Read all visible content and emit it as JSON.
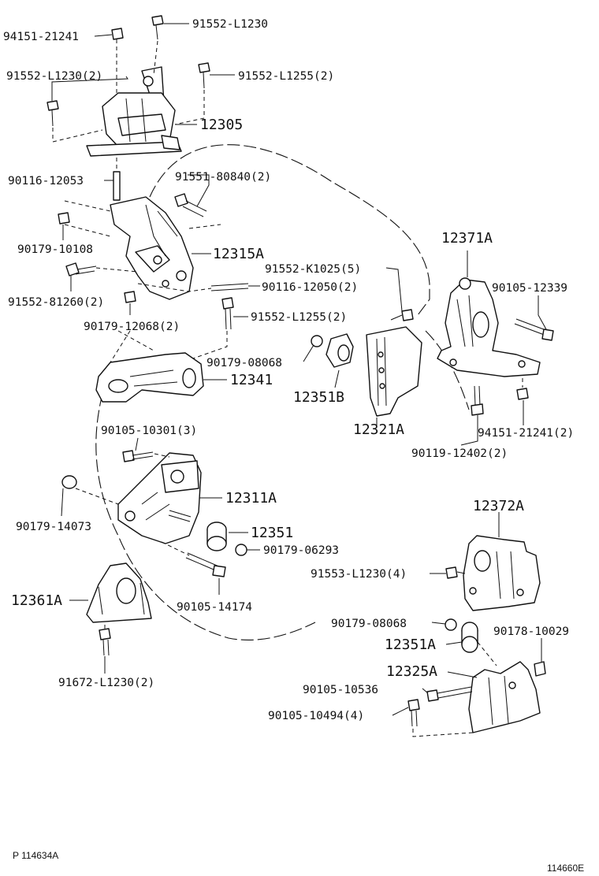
{
  "labels": {
    "p94151_21241_top": "94151-21241",
    "p91552_L1230_top": "91552-L1230",
    "p91552_L1230_2": "91552-L1230(2)",
    "p91552_L1255_2_top": "91552-L1255(2)",
    "p12305": "12305",
    "p90116_12053": "90116-12053",
    "p91551_80840_2": "91551-80840(2)",
    "p90179_10108": "90179-10108",
    "p12315A": "12315A",
    "p91552_K1025_5": "91552-K1025(5)",
    "p90116_12050_2": "90116-12050(2)",
    "p91552_81260_2": "91552-81260(2)",
    "p90179_12068_2": "90179-12068(2)",
    "p91552_L1255_2_mid": "91552-L1255(2)",
    "p12371A": "12371A",
    "p90105_12339": "90105-12339",
    "p90179_08068_mid": "90179-08068",
    "p12341": "12341",
    "p12351B": "12351B",
    "p12321A": "12321A",
    "p94151_21241_2": "94151-21241(2)",
    "p90119_12402_2": "90119-12402(2)",
    "p90105_10301_3": "90105-10301(3)",
    "p12311A": "12311A",
    "p90179_14073": "90179-14073",
    "p12351": "12351",
    "p90179_06293": "90179-06293",
    "p12372A": "12372A",
    "p91553_L1230_4": "91553-L1230(4)",
    "p12361A": "12361A",
    "p90105_14174": "90105-14174",
    "p90179_08068_low": "90179-08068",
    "p90178_10029": "90178-10029",
    "p12351A": "12351A",
    "p12325A": "12325A",
    "p90105_10536": "90105-10536",
    "p90105_10494_4": "90105-10494(4)",
    "p91672_L1230_2": "91672-L1230(2)"
  },
  "footer": {
    "left_code": "P 114634A",
    "right_code": "114660E"
  }
}
